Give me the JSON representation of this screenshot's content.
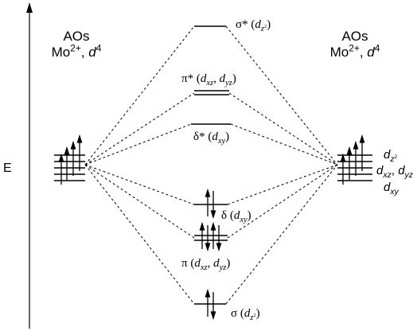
{
  "energy_axis": {
    "label": "E"
  },
  "left_atom": {
    "line1": "AOs",
    "ion": "Mo",
    "charge": "2+",
    "config_letter": "d",
    "config_count": "4"
  },
  "right_atom": {
    "line1": "AOs",
    "ion": "Mo",
    "charge": "2+",
    "config_letter": "d",
    "config_count": "4"
  },
  "ao_labels": {
    "dz2": {
      "d": "d",
      "sub": "z",
      "sub2": "2"
    },
    "dxz_dyz": {
      "d1": "d",
      "s1": "xz",
      "sep": ", ",
      "d2": "d",
      "s2": "yz"
    },
    "dxy": {
      "d": "d",
      "sub": "xy"
    }
  },
  "mo_levels": {
    "sigma_star": {
      "symbol": "σ*",
      "open": " (",
      "d": "d",
      "sub": "z",
      "sub2": "2",
      "close": ")",
      "electrons": 0
    },
    "pi_star": {
      "symbol": "π*",
      "open": " (",
      "d1": "d",
      "s1": "xz",
      "sep": ", ",
      "d2": "d",
      "s2": "yz",
      "close": ")",
      "electrons": 0
    },
    "delta_star": {
      "symbol": "δ*",
      "open": " (",
      "d": "d",
      "sub": "xy",
      "close": ")",
      "electrons": 0
    },
    "delta": {
      "symbol": "δ",
      "open": " (",
      "d": "d",
      "sub": "xy",
      "close": ")",
      "electrons": 2
    },
    "pi": {
      "symbol": "π",
      "open": " (",
      "d1": "d",
      "s1": "xz",
      "sep": ", ",
      "d2": "d",
      "s2": "yz",
      "close": ")",
      "electrons": 4
    },
    "sigma": {
      "symbol": "σ",
      "open": " (",
      "d": "d",
      "sub": "z",
      "sub2": "2",
      "close": ")",
      "electrons": 2
    }
  }
}
